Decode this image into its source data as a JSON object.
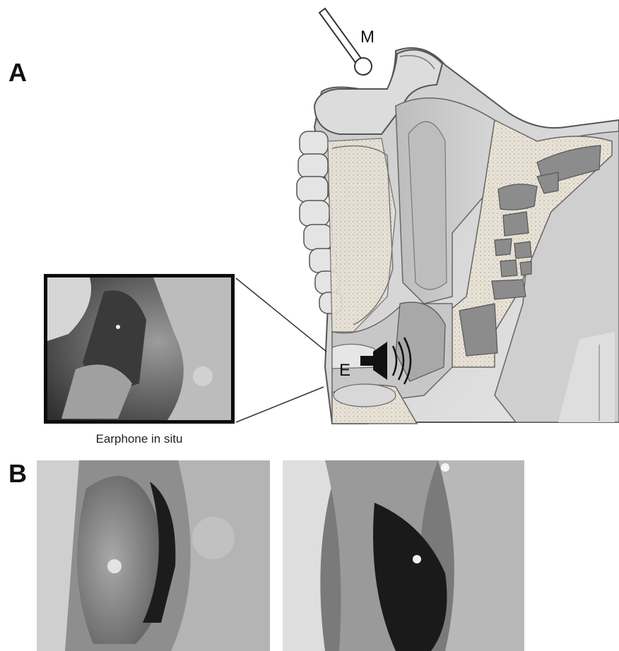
{
  "panels": {
    "a_label": "A",
    "b_label": "B"
  },
  "diagram": {
    "marker_m": "M",
    "marker_e": "E"
  },
  "inset": {
    "caption": "Earphone in situ"
  }
}
